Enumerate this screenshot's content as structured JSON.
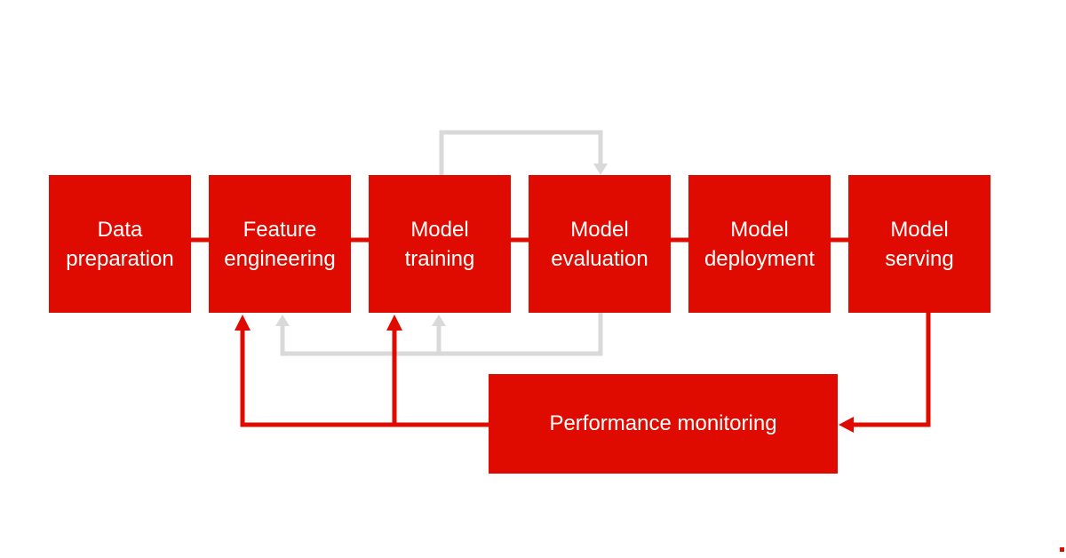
{
  "colors": {
    "primary": "#e00b00",
    "secondary": "#d9d9d9",
    "text": "#ffffff",
    "background": "#ffffff"
  },
  "stages": [
    {
      "id": "data-preparation",
      "label": "Data\npreparation"
    },
    {
      "id": "feature-engineering",
      "label": "Feature\nengineering"
    },
    {
      "id": "model-training",
      "label": "Model\ntraining"
    },
    {
      "id": "model-evaluation",
      "label": "Model\nevaluation"
    },
    {
      "id": "model-deployment",
      "label": "Model\ndeployment"
    },
    {
      "id": "model-serving",
      "label": "Model\nserving"
    }
  ],
  "monitoring": {
    "label": "Performance monitoring"
  },
  "edges": [
    {
      "from": "data-preparation",
      "to": "feature-engineering",
      "kind": "primary"
    },
    {
      "from": "feature-engineering",
      "to": "model-training",
      "kind": "primary"
    },
    {
      "from": "model-training",
      "to": "model-evaluation",
      "kind": "primary"
    },
    {
      "from": "model-evaluation",
      "to": "model-deployment",
      "kind": "primary"
    },
    {
      "from": "model-deployment",
      "to": "model-serving",
      "kind": "primary"
    },
    {
      "from": "model-training",
      "to": "model-evaluation",
      "kind": "loop"
    },
    {
      "from": "model-evaluation",
      "to": "feature-engineering",
      "kind": "loop"
    },
    {
      "from": "model-evaluation",
      "to": "model-training",
      "kind": "loop"
    },
    {
      "from": "model-serving",
      "to": "performance-monitoring",
      "kind": "primary"
    },
    {
      "from": "performance-monitoring",
      "to": "feature-engineering",
      "kind": "primary"
    },
    {
      "from": "performance-monitoring",
      "to": "model-training",
      "kind": "primary"
    }
  ]
}
